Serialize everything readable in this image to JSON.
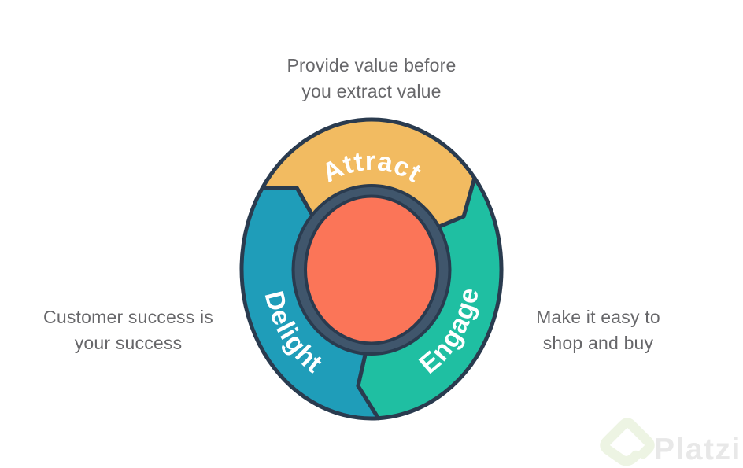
{
  "notes": {
    "top": {
      "line1": "Provide value before",
      "line2": "you extract value"
    },
    "left": {
      "line1": "Customer success is",
      "line2": "your success"
    },
    "right": {
      "line1": "Make it easy to",
      "line2": "shop and buy"
    },
    "text_color": "#67676A"
  },
  "flywheel": {
    "segments": [
      {
        "id": "attract",
        "label": "Attract",
        "color": "#F2BB61"
      },
      {
        "id": "engage",
        "label": "Engage",
        "color": "#1FBFA2"
      },
      {
        "id": "delight",
        "label": "Delight",
        "color": "#1F9DB9"
      }
    ],
    "hub_color": "#FB7558",
    "ring_color": "#40566C",
    "outline_color": "#2A3B4F",
    "label_color": "#FFFFFF"
  },
  "watermark": {
    "brand": "Platzi",
    "icon": "platzi-diamond-icon",
    "icon_color": "#EDF4E3",
    "text_color": "#E8E8E8"
  },
  "background": "#FFFFFF"
}
